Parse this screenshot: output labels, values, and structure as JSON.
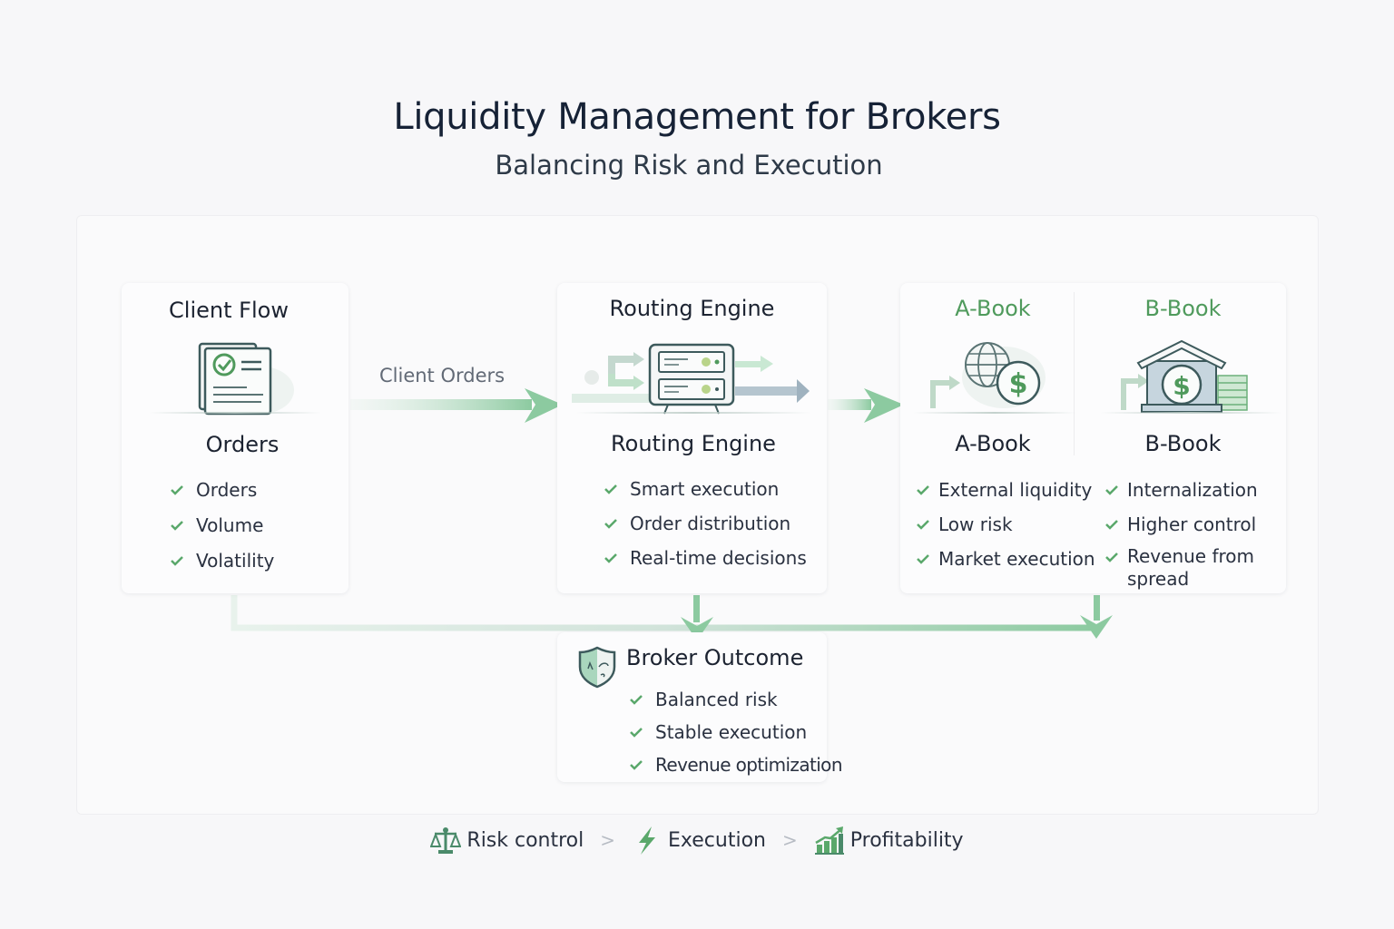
{
  "title": "Liquidity Management for Brokers",
  "subtitle": "Balancing Risk and Execution",
  "colors": {
    "accent_green": "#5aa86b",
    "heading_green": "#4f9a5c",
    "text_dark": "#1c2331",
    "icon_stroke": "#3d5a5c",
    "arrow_green": "#8ccaa0"
  },
  "flow_label": "Client Orders",
  "client_flow": {
    "header": "Client Flow",
    "icon": "document-check-icon",
    "subheader": "Orders",
    "items": [
      "Orders",
      "Volume",
      "Volatility"
    ]
  },
  "routing_engine": {
    "header": "Routing Engine",
    "icon": "server-icon",
    "subheader": "Routing Engine",
    "items": [
      "Smart execution",
      "Order distribution",
      "Real-time decisions"
    ]
  },
  "a_book": {
    "header": "A-Book",
    "icon": "globe-dollar-icon",
    "subheader": "A-Book",
    "items": [
      "External liquidity",
      "Low risk",
      "Market execution"
    ]
  },
  "b_book": {
    "header": "B-Book",
    "icon": "bank-dollar-icon",
    "subheader": "B-Book",
    "items": [
      "Internalization",
      "Higher control",
      "Revenue from spread"
    ]
  },
  "broker_outcome": {
    "header": "Broker Outcome",
    "icon": "shield-icon",
    "items": [
      "Balanced risk",
      "Stable execution",
      "Revenue optimization"
    ]
  },
  "footer": {
    "items": [
      {
        "label": "Risk control",
        "icon": "scales-icon"
      },
      {
        "label": "Execution",
        "icon": "lightning-icon"
      },
      {
        "label": "Profitability",
        "icon": "growth-chart-icon"
      }
    ],
    "separator": ">"
  }
}
